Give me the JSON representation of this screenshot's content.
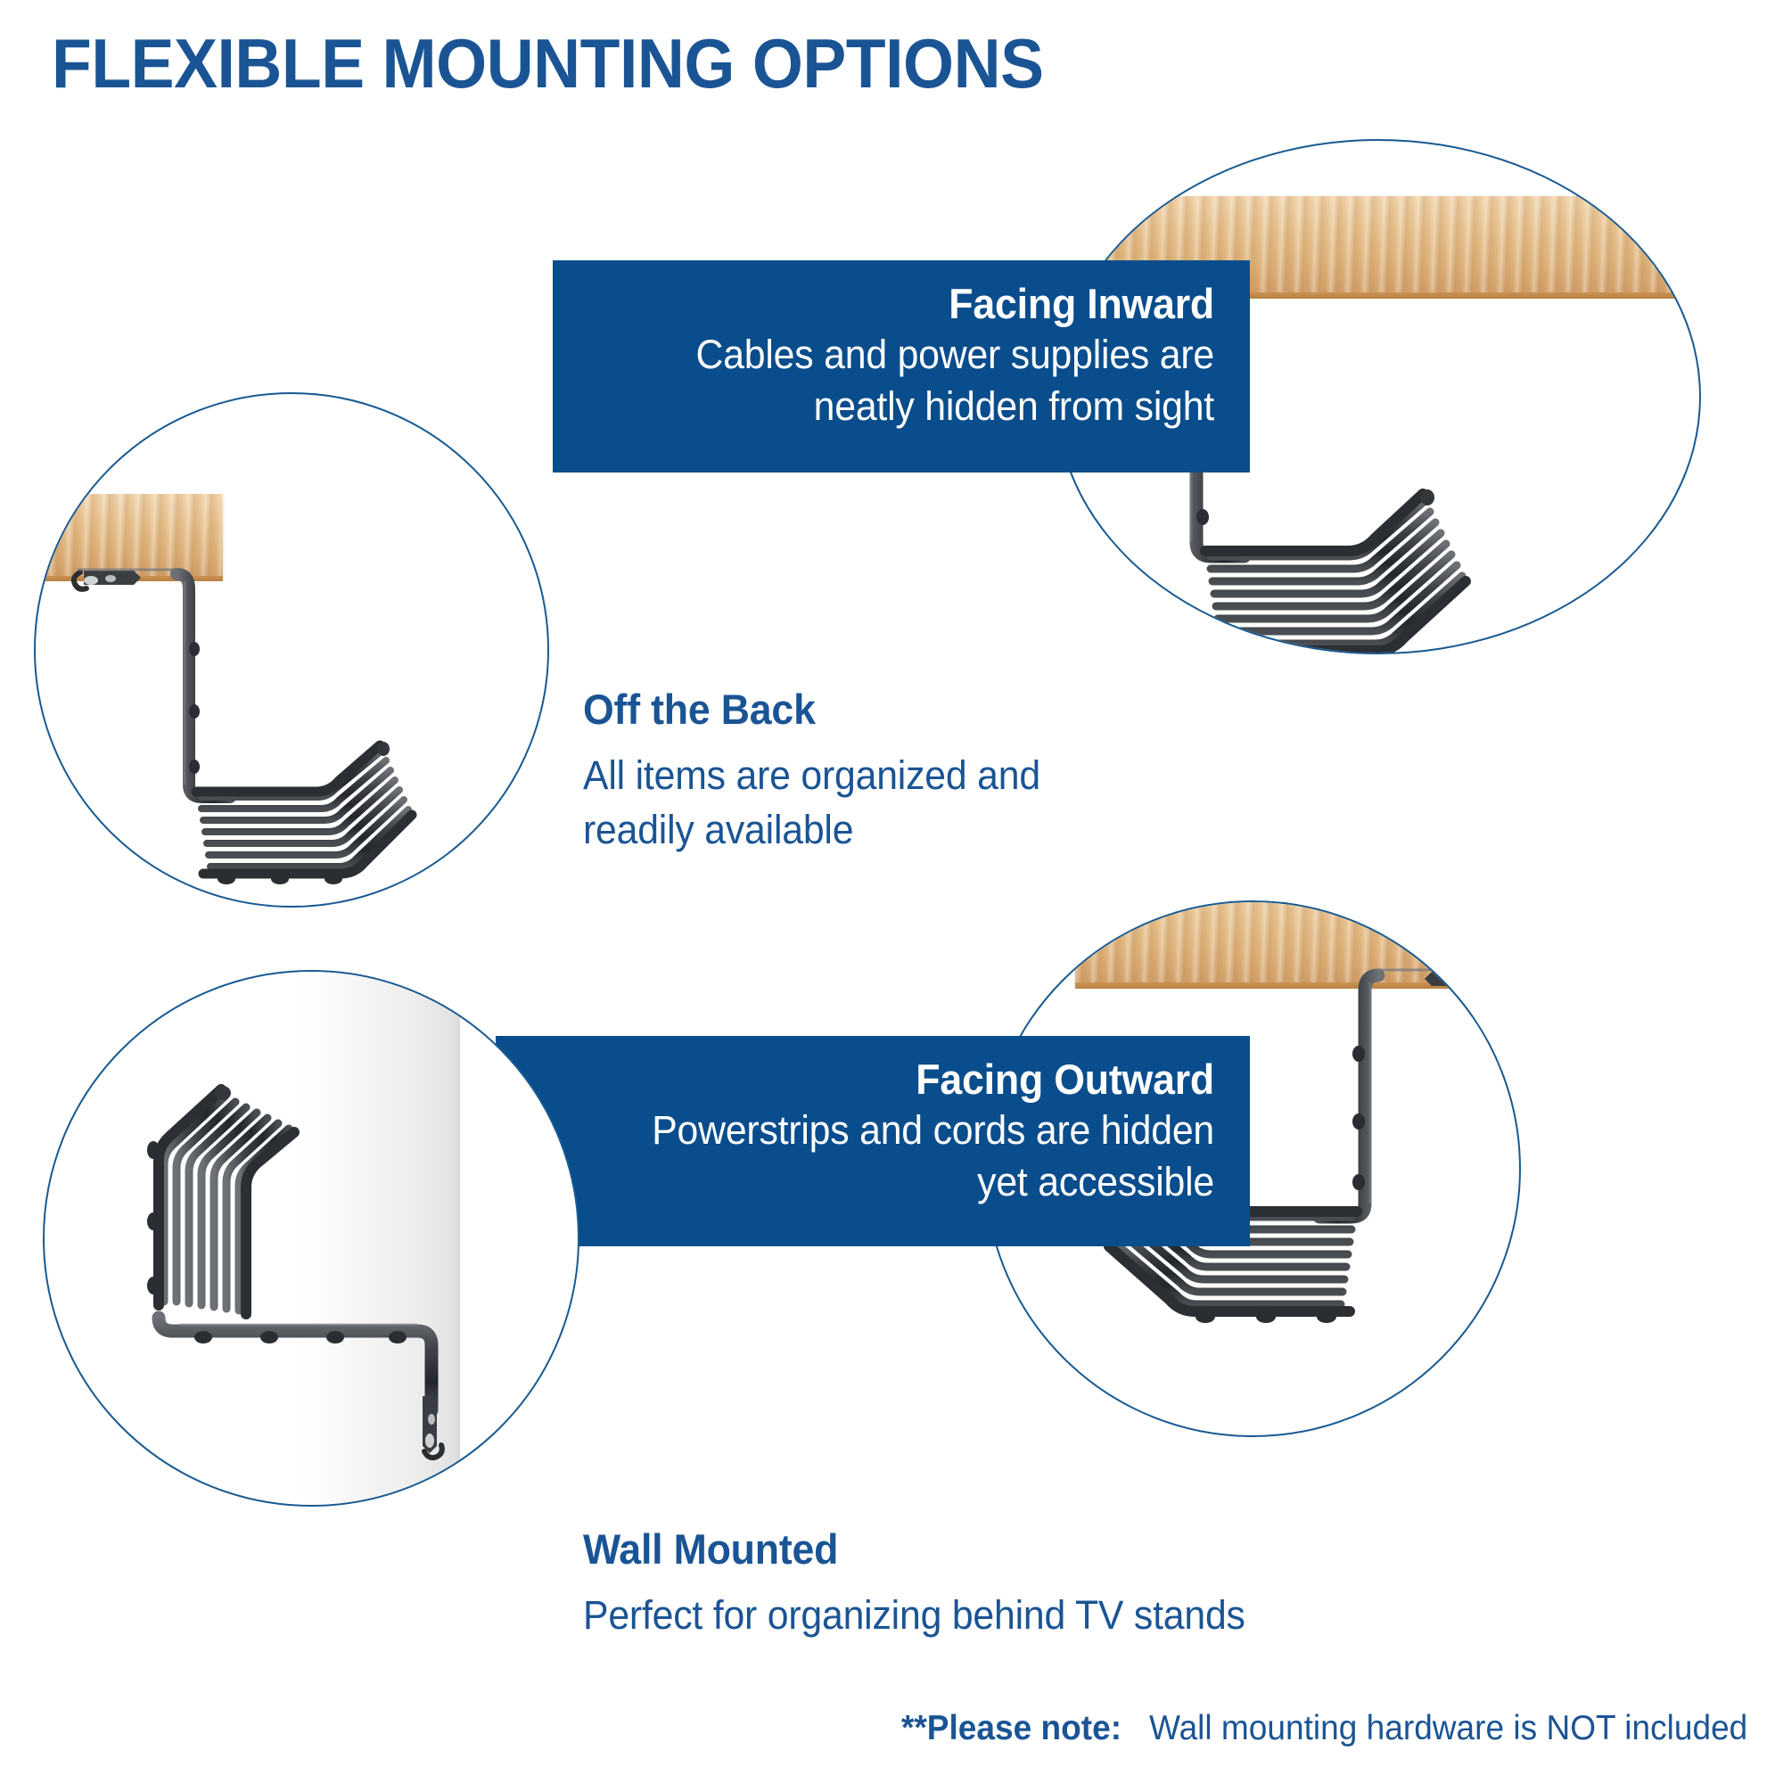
{
  "page": {
    "title": "FLEXIBLE MOUNTING OPTIONS",
    "background_color": "#ffffff",
    "brand_blue": "#0a4d8c",
    "title_blue": "#1a5494",
    "circle_stroke": "#185a91"
  },
  "sections": [
    {
      "id": "facing-inward",
      "heading": "Facing Inward",
      "body_line1": "Cables and power supplies are",
      "body_line2": "neatly hidden from sight",
      "style": "callout",
      "image_alt": "wire cable management tray mounted under wood shelf facing inward"
    },
    {
      "id": "off-the-back",
      "heading": "Off the Back",
      "body_line1": "All items are organized and",
      "body_line2": "readily available",
      "style": "plain",
      "image_alt": "wire cable management tray mounted off the back of a wood shelf"
    },
    {
      "id": "facing-outward",
      "heading": "Facing Outward",
      "body_line1": "Powerstrips and cords are hidden",
      "body_line2": "yet accessible",
      "style": "callout",
      "image_alt": "wire cable management tray mounted under wood shelf facing outward"
    },
    {
      "id": "wall-mounted",
      "heading": "Wall Mounted",
      "body_line1": "Perfect for organizing behind TV stands",
      "body_line2": "",
      "style": "plain",
      "image_alt": "wire cable management tray mounted vertically on a wall"
    }
  ],
  "footnote": {
    "strong": "**Please note:",
    "text": "Wall mounting hardware is NOT included"
  }
}
